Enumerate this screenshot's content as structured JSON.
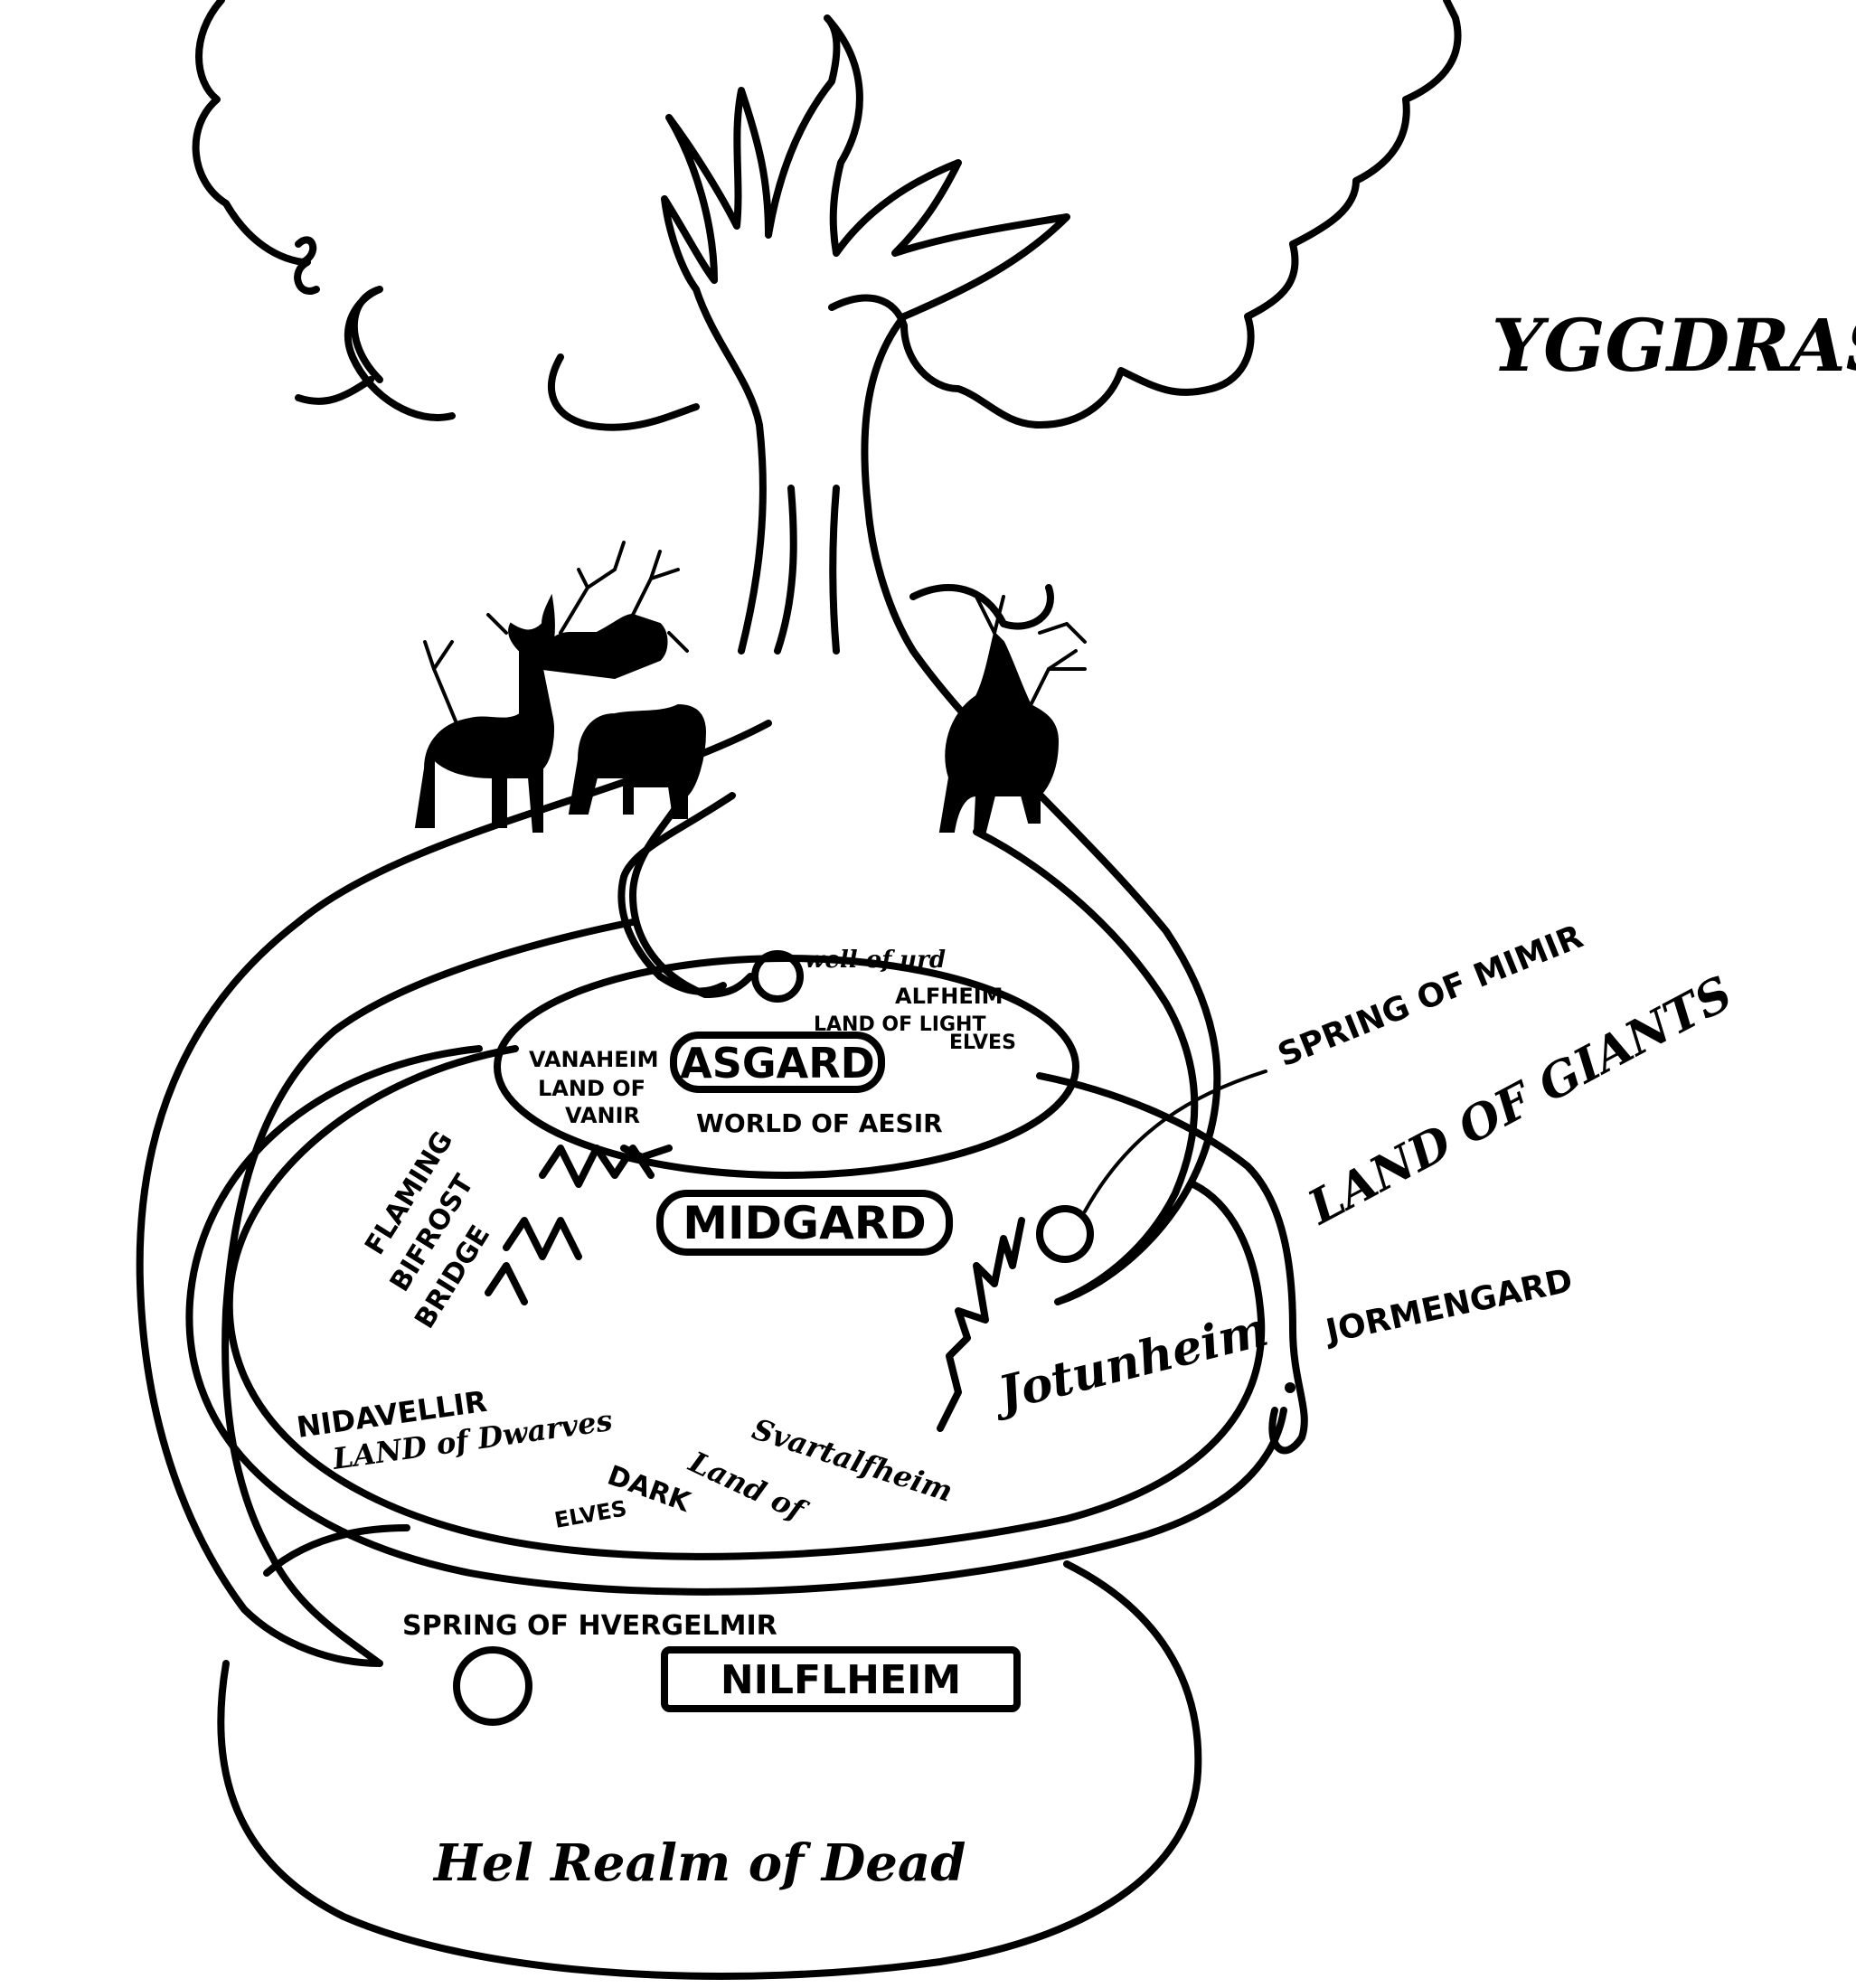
{
  "title": "YGGDRASIL",
  "realms": {
    "asgard": "ASGARD",
    "asgard_subtitle": "WORLD OF AESIR",
    "well": "well of urd",
    "alfheim": "ALFHEIM",
    "alfheim_line2": "LAND OF LIGHT",
    "alfheim_line3": "ELVES",
    "vanaheim": "VANAHEIM",
    "vanaheim_line2": "LAND OF",
    "vanaheim_line3": "VANIR",
    "midgard": "MIDGARD",
    "bifrost_line1": "FLAMING",
    "bifrost_line2": "BIFROST",
    "bifrost_line3": "BRIDGE",
    "jotunheim": "Jotunheim",
    "nidavellir": "NIDAVELLIR",
    "nidavellir_line2": "LAND of Dwarves",
    "svartalfheim": "Svartalfheim",
    "svartalfheim_line2": "Land of",
    "dark_elves_line1": "DARK",
    "dark_elves_line2": "ELVES",
    "niflheim": "NILFLHEIM",
    "hvergelmir": "SPRING OF HVERGELMIR",
    "hel": "Hel Realm of Dead"
  },
  "annotations": {
    "mimir": "SPRING OF MIMIR",
    "giants": "LAND OF GIANTS",
    "jormungand": "JORMENGARD"
  }
}
